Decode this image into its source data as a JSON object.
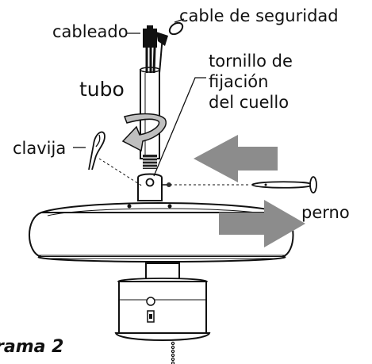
{
  "labels": {
    "cableado": "cableado",
    "cable_de_seguridad": "cable de seguridad",
    "tornillo": "tornillo de\nfijación\ndel cuello",
    "tubo": "tubo",
    "clavija": "clavija",
    "perno": "perno"
  },
  "figure_title": "rama 2",
  "colors": {
    "line": "#111111",
    "arrow_fill": "#8c8c8c",
    "canopy_fill": "#ffffff"
  }
}
